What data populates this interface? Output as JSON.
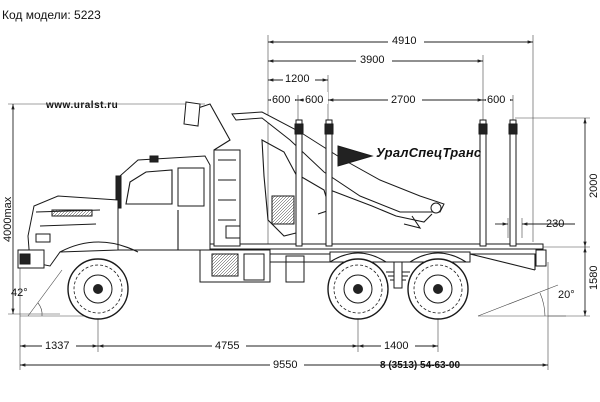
{
  "header": {
    "model_label": "Код модели: 5223"
  },
  "website": "www.uralst.ru",
  "phone": "8 (3513) 54-63-00",
  "brand": "УралСпецТранс",
  "dimensions": {
    "top_overall": "4910",
    "top_bunk_span": "3900",
    "top_crane": "1200",
    "top_seg_1": "600",
    "top_seg_2": "600",
    "top_seg_3": "2700",
    "top_seg_4": "600",
    "height_max": "4000max",
    "stanchion_height": "2000",
    "frame_height": "1580",
    "rear_offset": "230",
    "front_overhang": "1337",
    "wheelbase": "4755",
    "bogie": "1400",
    "overall_length": "9550",
    "approach_angle": "42°",
    "departure_angle": "20°"
  },
  "colors": {
    "line": "#1a1a1a",
    "dim": "#222222",
    "bg": "#ffffff"
  }
}
